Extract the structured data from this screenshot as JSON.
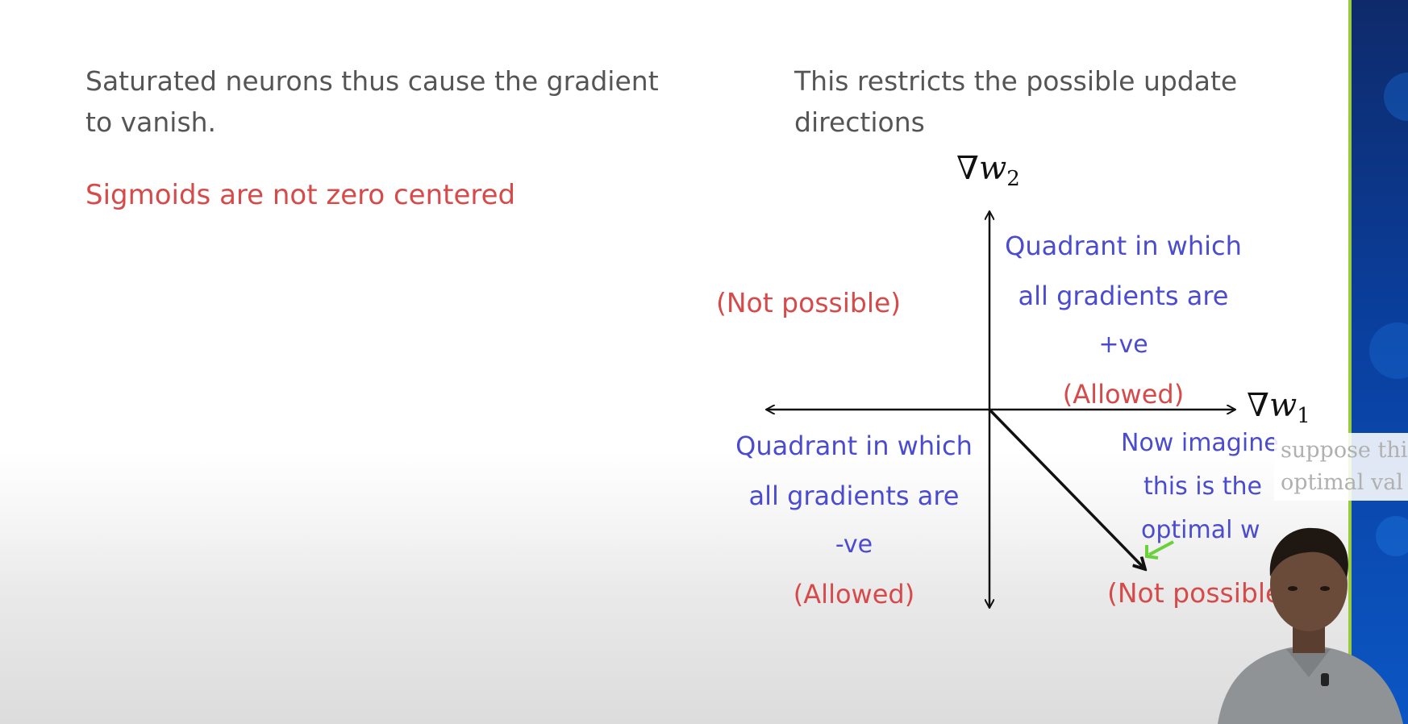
{
  "left_column": {
    "line1": "Saturated neurons thus cause the gradient",
    "line2": "to vanish.",
    "heading": "Sigmoids are not zero centered"
  },
  "right_column": {
    "line1": "This restricts the possible update",
    "line2": "directions"
  },
  "diagram": {
    "y_axis_label": {
      "symbol": "∇",
      "var": "w",
      "sub": "2"
    },
    "x_axis_label": {
      "symbol": "∇",
      "var": "w",
      "sub": "1"
    },
    "top_left": "(Not possible)",
    "top_right": {
      "line1": "Quadrant in which",
      "line2": "all gradients are",
      "line3": "+ve",
      "line4": "(Allowed)"
    },
    "bottom_left": {
      "line1": "Quadrant in which",
      "line2": "all gradients are",
      "line3": "-ve",
      "line4": "(Allowed)"
    },
    "bottom_right": {
      "line1": "Now imagine",
      "line2": "this is the",
      "line3": "optimal w",
      "line4": "(Not possible)"
    },
    "colors": {
      "axis": "#111111",
      "red_text": "#d64a4a",
      "blue_text": "#4b4bd0",
      "green_arrow": "#6ad13a"
    }
  },
  "subtitle": {
    "line1": "suppose thi",
    "line2": "optimal val"
  }
}
